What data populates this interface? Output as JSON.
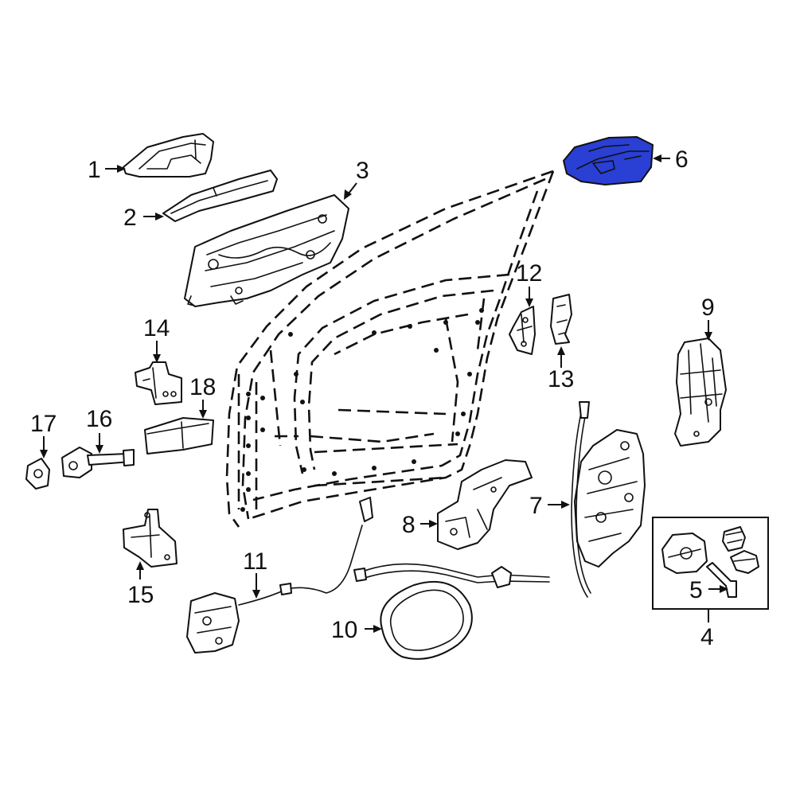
{
  "diagram": {
    "highlight_color": "#2a3fd4",
    "highlighted_part": "6",
    "callouts": [
      "1",
      "2",
      "3",
      "4",
      "5",
      "6",
      "7",
      "8",
      "9",
      "10",
      "11",
      "12",
      "13",
      "14",
      "15",
      "16",
      "17",
      "18"
    ]
  }
}
